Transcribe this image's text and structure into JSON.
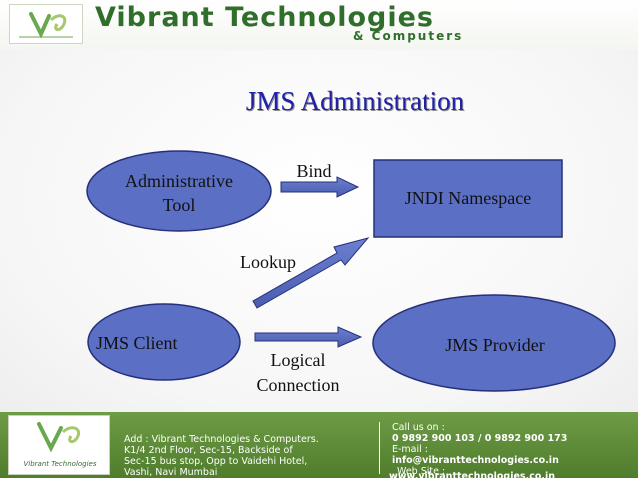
{
  "header": {
    "brand_title": "Vibrant Technologies",
    "brand_subtitle": "& Computers",
    "colors": {
      "brand_green": "#2f6e2b"
    }
  },
  "slide": {
    "title": "JMS Administration",
    "colors": {
      "title": "#2020a8",
      "node_fill": "#5b6fc4",
      "node_stroke": "#26307a"
    },
    "nodes": {
      "admin_tool_line1": "Administrative",
      "admin_tool_line2": "Tool",
      "jndi_namespace": "JNDI Namespace",
      "jms_client": "JMS Client",
      "jms_provider": "JMS Provider"
    },
    "edges": {
      "bind": "Bind",
      "lookup": "Lookup",
      "logical_line1": "Logical",
      "logical_line2": "Connection"
    }
  },
  "footer": {
    "brand": "Vibrant Technologies",
    "address": [
      "Add : Vibrant Technologies & Computers.",
      "K1/4 2nd Floor, Sec-15, Backside of",
      "Sec-15 bus stop, Opp to Vaidehi Hotel,",
      "Vashi, Navi Mumbai"
    ],
    "contact": [
      "Call us on :",
      "0 9892 900 103 /  0 9892 900 173",
      "E-mail :",
      "info@vibranttechnologies.co.in",
      "Web Site :",
      "www.vibranttechnologies.co.in"
    ],
    "colors": {
      "background": "#5e8c3a"
    }
  }
}
